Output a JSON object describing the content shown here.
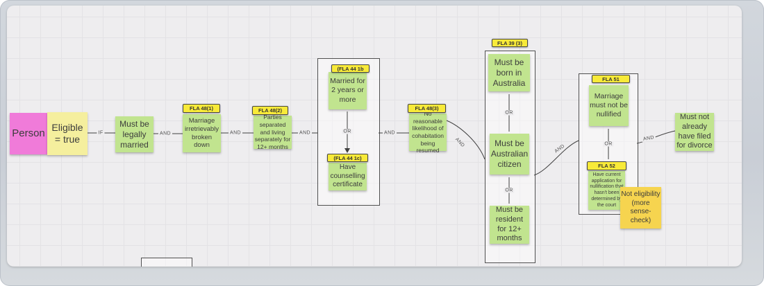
{
  "colors": {
    "canvas_bg": "#eeedef",
    "grid_line": "#e3e2e5",
    "sticky_green": "#c1e48f",
    "sticky_pink": "#f07bd9",
    "sticky_pale_yellow": "#f5ef9e",
    "note_yellow": "#f6d44f",
    "tag_yellow": "#f8ea39",
    "line": "#3f3f3f"
  },
  "nodes": {
    "person": "Person",
    "eligible": "Eligible = true",
    "legally_married": "Must be legally married",
    "fla_48_1": "FLA 48(1)",
    "marriage_broken": "Marriage irretrievably broken down",
    "fla_48_2": "FLA 48(2)",
    "parties_separated": "Parties separated and living separately for 12+ months",
    "fla_44_1b": "(FLA 44 1b",
    "married_2_years": "Married for 2 years or more",
    "fla_44_1c": "(FLA 44 1c)",
    "counselling": "Have counselling certificate",
    "fla_48_3": "FLA 48(3)",
    "no_cohabitation": "No reasonable likelihood of cohabitation being resumed",
    "fla_39_3": "FLA 39 (3)",
    "born_australia": "Must be born in Australia",
    "australian_citizen": "Must be Australian citizen",
    "resident": "Must be resident for 12+ months",
    "fla_51": "FLA 51",
    "not_nullified": "Marriage must not be nullified",
    "fla_52": "FLA 52",
    "nullification_application": "Have current application for nullification that hasn't been determined by the court",
    "not_eligibility_note": "Not eligibility (more sense-check)",
    "not_filed": "Must not already have filed for divorce"
  },
  "edge_labels": {
    "if": "IF",
    "and": "AND",
    "or": "OR"
  }
}
